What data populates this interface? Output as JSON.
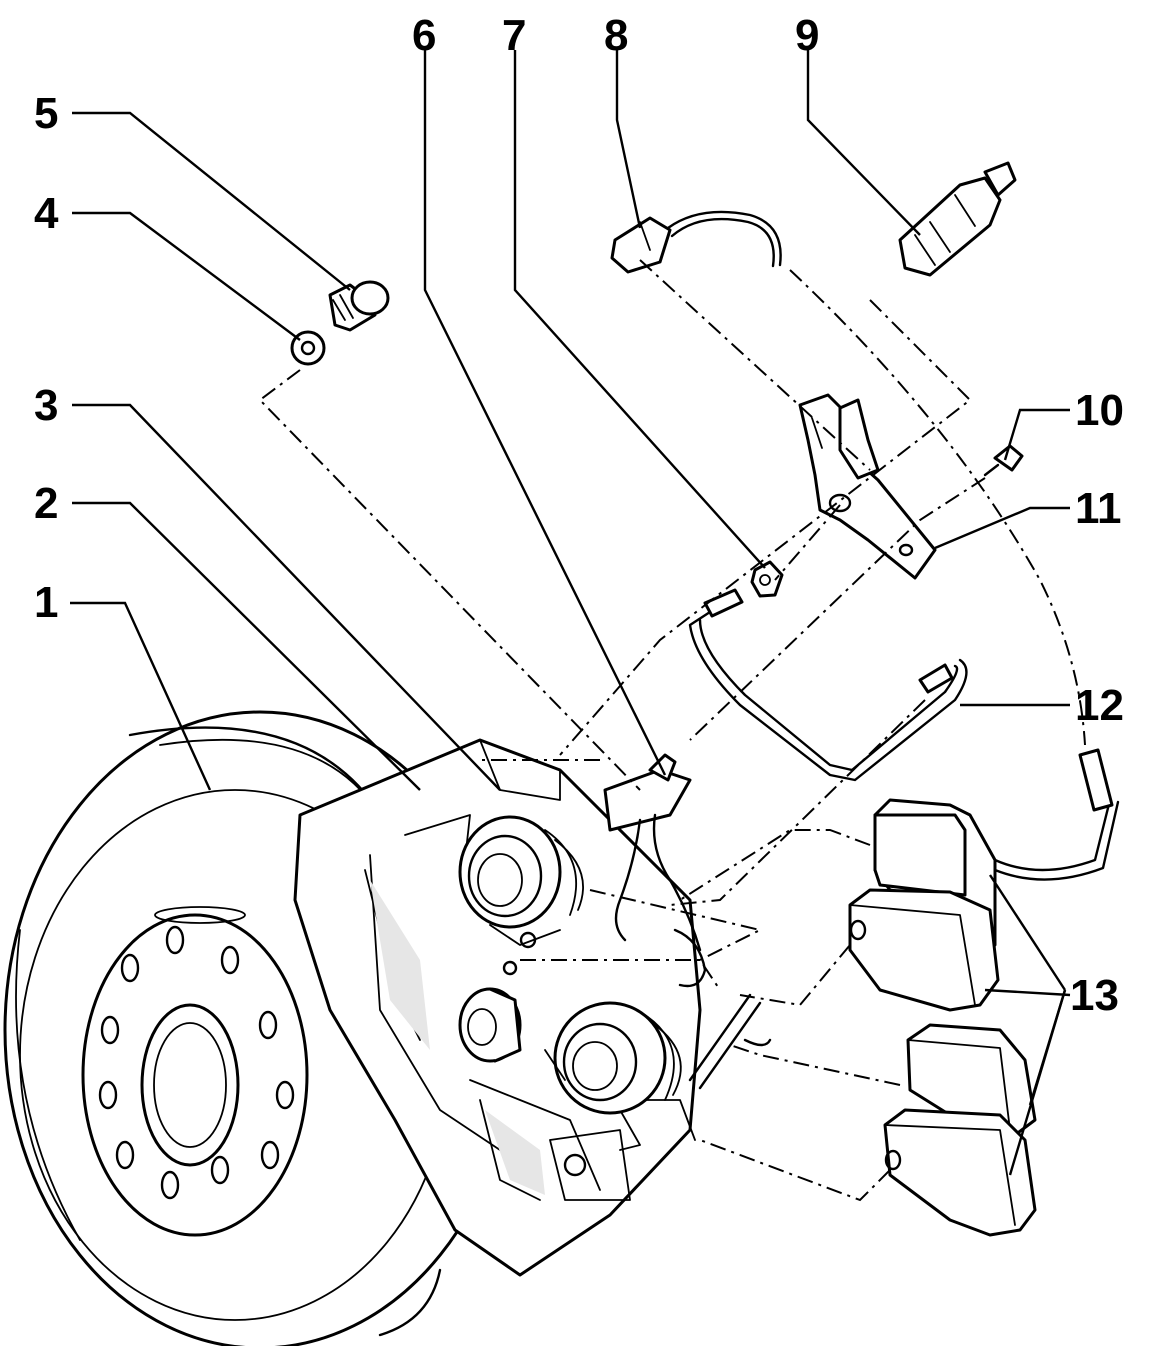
{
  "callouts": {
    "c1": "1",
    "c2": "2",
    "c3": "3",
    "c4": "4",
    "c5": "5",
    "c6": "6",
    "c7": "7",
    "c8": "8",
    "c9": "9",
    "c10": "10",
    "c11": "11",
    "c12": "12",
    "c13": "13"
  },
  "colors": {
    "line": "#000000",
    "background": "#ffffff"
  }
}
